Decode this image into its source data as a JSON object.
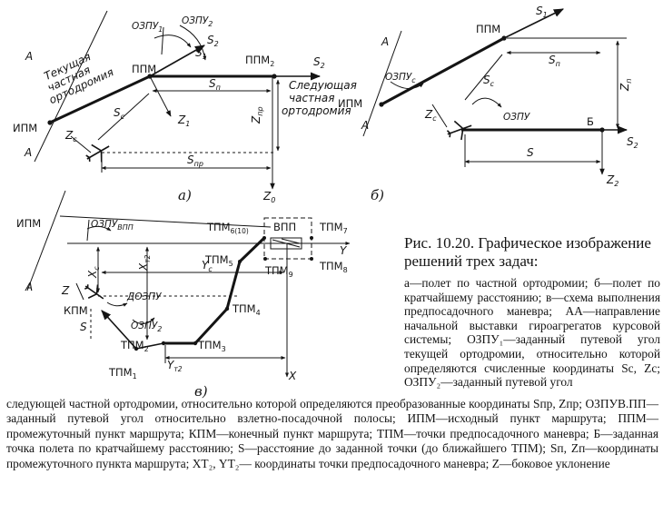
{
  "figure": {
    "a": {
      "sublabel": "а)",
      "A_top": "А",
      "A_bottom": "А",
      "ipm": "ИПМ",
      "ppm": "ППМ",
      "ppm2": "ППМ",
      "ppm2_sub": "2",
      "ozpu1": "ОЗПУ",
      "ozpu1_sub": "1",
      "ozpu2": "ОЗПУ",
      "ozpu2_sub": "2",
      "s1": "S",
      "s1_sub": "1",
      "s2": "S",
      "s2_sub": "2",
      "current_ortho_1": "Текущая",
      "current_ortho_2": "частная",
      "current_ortho_3": "ортодромия",
      "next_ortho_1": "Следующая",
      "next_ortho_2": "частная",
      "next_ortho_3": "ортодромия",
      "sn": "S",
      "sn_sub": "п",
      "sc": "S",
      "sc_sub": "с",
      "z1": "Z",
      "z1_sub": "1",
      "zc": "Z",
      "zc_sub": "с",
      "znp": "Z",
      "znp_sub": "пр",
      "snp": "S",
      "snp_sub": "пр",
      "z0": "Z",
      "z0_sub": "0"
    },
    "b": {
      "sublabel": "б)",
      "A_top": "А",
      "A_bottom": "А",
      "ipm": "ИПМ",
      "ppm": "ППМ",
      "ozpuc": "ОЗПУ",
      "ozpuc_sub": "с",
      "ozpu": "ОЗПУ",
      "s1": "S",
      "s1_sub": "1",
      "sn": "S",
      "sn_sub": "п",
      "sc": "S",
      "sc_sub": "с",
      "zc": "Z",
      "zc_sub": "с",
      "zn": "Z",
      "zn_sub": "п",
      "B": "Б",
      "s": "S",
      "s2": "S",
      "s2_sub": "2",
      "z2": "Z",
      "z2_sub": "2"
    },
    "v": {
      "sublabel": "в)",
      "ipm": "ИПМ",
      "A": "А",
      "ozpu_vpp": "ОЗПУ",
      "ozpu_vpp_sub": "ВПП",
      "tpm6": "ТПМ",
      "tpm6_sub": "6(10)",
      "vpp": "ВПП",
      "tpm7": "ТПМ",
      "tpm7_sub": "7",
      "tpm8": "ТПМ",
      "tpm8_sub": "8",
      "tpm9": "ТПМ",
      "tpm9_sub": "9",
      "tpm5": "ТПМ",
      "tpm5_sub": "5",
      "tpm4": "ТПМ",
      "tpm4_sub": "4",
      "tpm3": "ТПМ",
      "tpm3_sub": "3",
      "tpm2": "ТПМ",
      "tpm2_sub": "2",
      "tpm1": "ТПМ",
      "tpm1_sub": "1",
      "kpm": "КПМ",
      "Y": "Y",
      "X": "X",
      "xc": "X",
      "xc_sub": "с",
      "xt2": "X",
      "xt2_sub": "т2",
      "yc": "Y",
      "yc_sub": "с",
      "yt2": "Y",
      "yt2_sub": "т2",
      "z": "Z",
      "s": "S",
      "dozpu": "ДОЗПУ",
      "ozpu2": "ОЗПУ",
      "ozpu2_sub": "2"
    }
  },
  "caption": {
    "title": "Рис. 10.20. Графическое изображение решений трех задач:",
    "side_text": "а—полет по частной ортодромии; б—полет по кратчайшему расстоянию; в—схема выполнения предпосадочного маневра; АА—направление начальной выставки гироагрегатов курсовой системы; ОЗПУ₁—заданный путевой угол текущей ортодромии, относительно которой определяются счисленные координаты Sc, Zc; ОЗПУ₂—заданный путевой угол",
    "full_text": "следующей частной ортодромии, относительно которой определяются преобразованные координаты Sпр, Zпр; ОЗПУВ.ПП—заданный путевой угол относительно взлетно-посадочной полосы; ИПМ—исходный пункт маршрута; ППМ—промежуточный пункт маршрута; КПМ—конечный пункт маршрута; ТПМ—точки предпосадочного маневра; Б—заданная точка полета по кратчайшему расстоянию; S—расстояние до заданной точки (до ближайшего ТПМ); Sп, Zп—координаты промежуточного пункта маршрута; XТ₂, YТ₂— координаты точки предпосадочного маневра; Z—боковое уклонение"
  }
}
